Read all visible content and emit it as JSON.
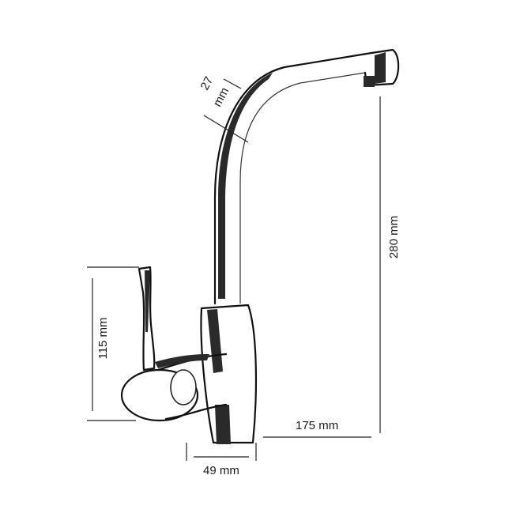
{
  "dimensions": {
    "pipe_diameter_value": "27",
    "pipe_diameter_unit": "mm",
    "height": "280 mm",
    "lever_height": "115 mm",
    "reach": "175 mm",
    "base_width": "49 mm"
  }
}
